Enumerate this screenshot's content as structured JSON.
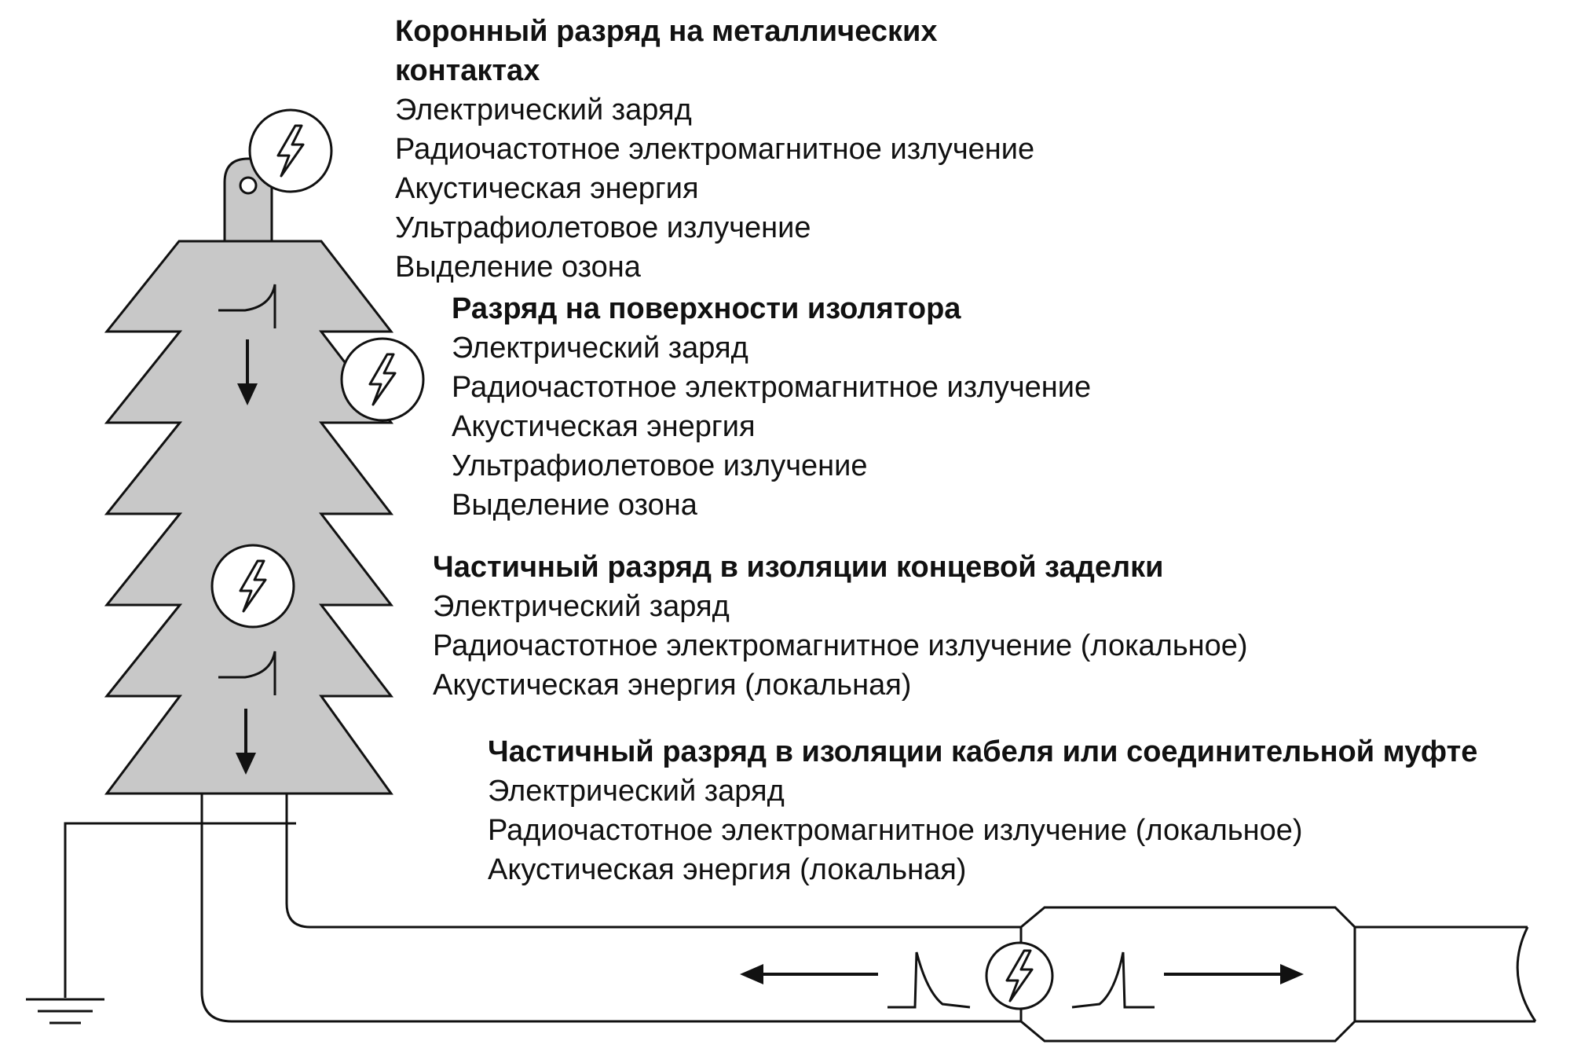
{
  "colors": {
    "insulator": "#c8c8c8",
    "stroke": "#111111",
    "background": "#ffffff",
    "text": "#111111"
  },
  "blocks": [
    {
      "title": "Коронный разряд на металлических контактах",
      "items": [
        "Электрический заряд",
        "Радиочастотное электромагнитное излучение",
        "Акустическая энергия",
        "Ультрафиолетовое излучение",
        "Выделение озона"
      ]
    },
    {
      "title": "Разряд на поверхности изолятора",
      "items": [
        "Электрический заряд",
        "Радиочастотное электромагнитное излучение",
        "Акустическая энергия",
        "Ультрафиолетовое излучение",
        "Выделение озона"
      ]
    },
    {
      "title": "Частичный разряд в изоляции концевой заделки",
      "items": [
        "Электрический заряд",
        "Радиочастотное электромагнитное излучение (локальное)",
        "Акустическая энергия (локальная)"
      ]
    },
    {
      "title": "Частичный разряд в изоляции кабеля или соединительной муфте",
      "items": [
        "Электрический заряд",
        "Радиочастотное электромагнитное излучение (локальное)",
        "Акустическая энергия (локальная)"
      ]
    }
  ],
  "icons": [
    "lightning-icon",
    "pulse-icon",
    "arrow-icon",
    "ground-icon"
  ]
}
